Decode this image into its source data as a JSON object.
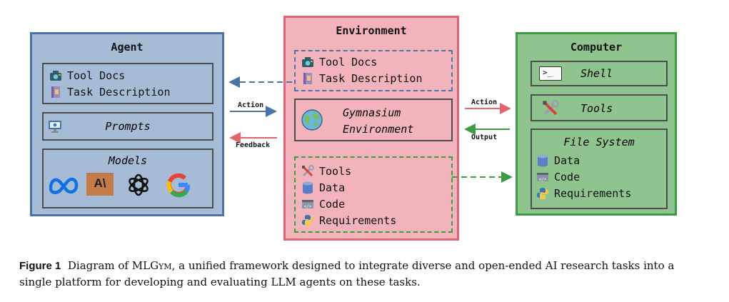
{
  "agent": {
    "title": "Agent",
    "docs": {
      "tool_docs": "Tool Docs",
      "task_description": "Task Description"
    },
    "prompts": "Prompts",
    "models": {
      "title": "Models",
      "logos": [
        "meta-icon",
        "anthropic-icon",
        "openai-icon",
        "google-icon"
      ],
      "anthropic_mark": "A\\"
    }
  },
  "environment": {
    "title": "Environment",
    "docs": {
      "tool_docs": "Tool Docs",
      "task_description": "Task Description"
    },
    "gym": {
      "line1": "Gymnasium",
      "line2": "Environment"
    },
    "resources": {
      "tools": "Tools",
      "data": "Data",
      "code": "Code",
      "requirements": "Requirements"
    }
  },
  "computer": {
    "title": "Computer",
    "shell": "Shell",
    "tools": "Tools",
    "file_system": {
      "title": "File System",
      "data": "Data",
      "code": "Code",
      "requirements": "Requirements"
    }
  },
  "arrows": {
    "agent_env_action": "Action",
    "agent_env_feedback": "Feedback",
    "env_comp_action": "Action",
    "env_comp_output": "Output"
  },
  "colors": {
    "agent_fill": "#a5bbd6",
    "agent_border": "#4a73a8",
    "env_fill": "#f2b3bb",
    "env_border": "#e06674",
    "computer_fill": "#90c48e",
    "computer_border": "#3e9a45"
  },
  "caption": {
    "label": "Figure 1",
    "text_before": "Diagram of ML",
    "name_smallcaps": "Gym",
    "text_after": ", a unified framework designed to integrate diverse and open-ended AI research tasks into a single platform for developing and evaluating LLM agents on these tasks."
  }
}
